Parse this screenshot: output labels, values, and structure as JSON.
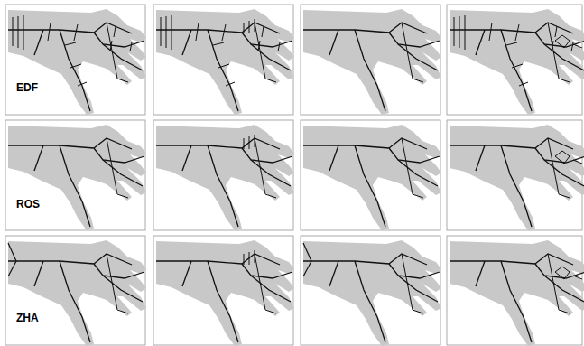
{
  "diagram": {
    "labels": [
      "EDF",
      "ROS",
      "ZHA"
    ]
  }
}
